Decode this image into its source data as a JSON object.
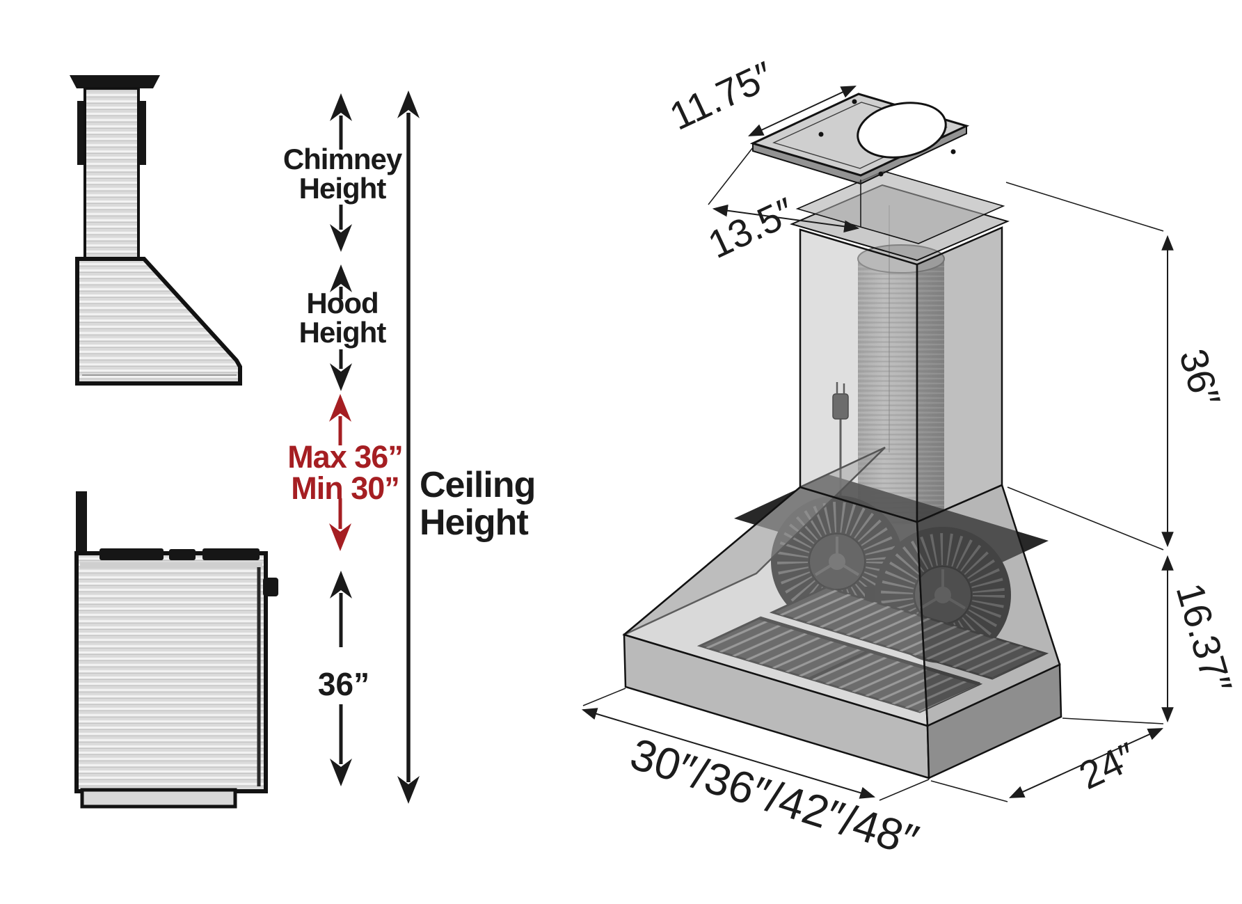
{
  "title": "Range hood mounting height and dimension diagram",
  "colors": {
    "accent_red": "#A51E22",
    "ink": "#1a1a1a",
    "paper": "#ffffff"
  },
  "left_diagram": {
    "labels": {
      "chimney_height": [
        "Chimney",
        "Height"
      ],
      "hood_height": [
        "Hood",
        "Height"
      ],
      "max_clearance": "Max 36”",
      "min_clearance": "Min 30”",
      "range_clearance": "36”",
      "ceiling_height": [
        "Ceiling",
        "Height"
      ]
    }
  },
  "iso_diagram": {
    "dimensions": {
      "ceiling_plate_width": "11.75″",
      "ceiling_plate_depth": "13.5″",
      "chimney_height": "36″",
      "hood_body_height": "16.37″",
      "hood_depth": "24″",
      "hood_widths": "30″/36″/42″/48″"
    }
  }
}
